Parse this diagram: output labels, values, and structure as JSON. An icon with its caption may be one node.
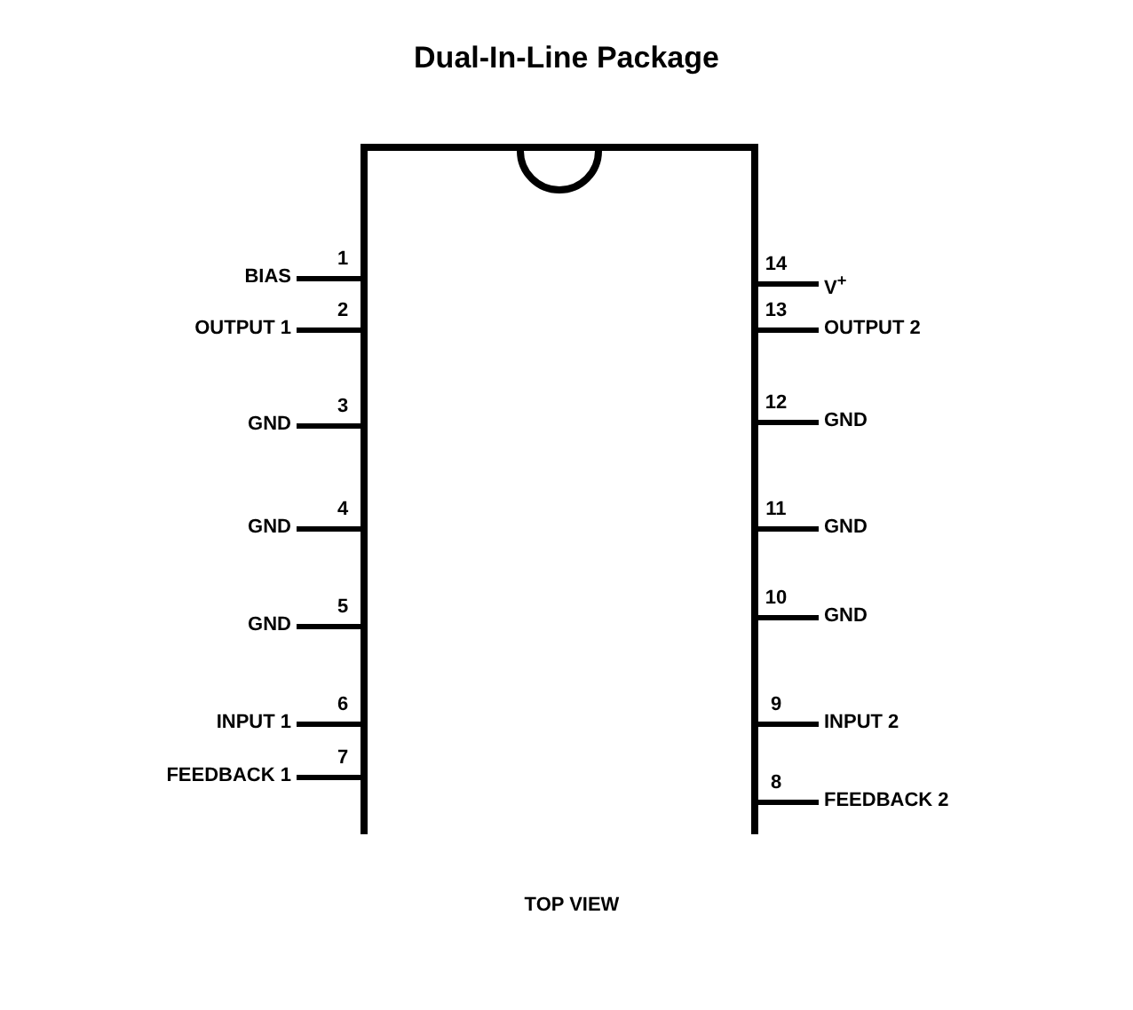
{
  "diagram": {
    "title": "Dual-In-Line Package",
    "labels": [
      "1",
      "14",
      "BIAS",
      "V$^{+}$",
      "2",
      "13",
      "OUTPUT 1",
      "OUTPUT 2",
      "3",
      "12",
      "GND",
      "GND",
      "4",
      "11",
      "GND",
      "GND",
      "5",
      "10",
      "GND",
      "GND",
      "6",
      "9",
      "INPUT 1",
      "INPUT 2",
      "7",
      "8",
      "FEEDBACK 1",
      "FEEDBACK 2",
      "TOP VIEW"
    ]
  }
}
